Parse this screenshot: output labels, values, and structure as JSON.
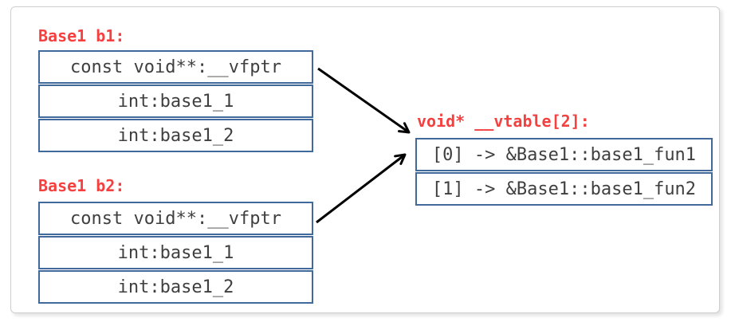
{
  "diagram": {
    "title_semantics": "C++ object layout with shared vtable",
    "objects": [
      {
        "label": "Base1 b1:",
        "rows": [
          "const void**:__vfptr",
          "int:base1_1",
          "int:base1_2"
        ]
      },
      {
        "label": "Base1 b2:",
        "rows": [
          "const void**:__vfptr",
          "int:base1_1",
          "int:base1_2"
        ]
      }
    ],
    "vtable": {
      "label": "void* __vtable[2]:",
      "rows": [
        "[0] -> &Base1::base1_fun1",
        "[1] -> &Base1::base1_fun2"
      ]
    },
    "colors": {
      "label_red": "#f54040",
      "border_blue": "#41699c",
      "cell_text": "#3f3f3f",
      "arrow_black": "#000000",
      "card_border": "#cfcfcf"
    }
  }
}
